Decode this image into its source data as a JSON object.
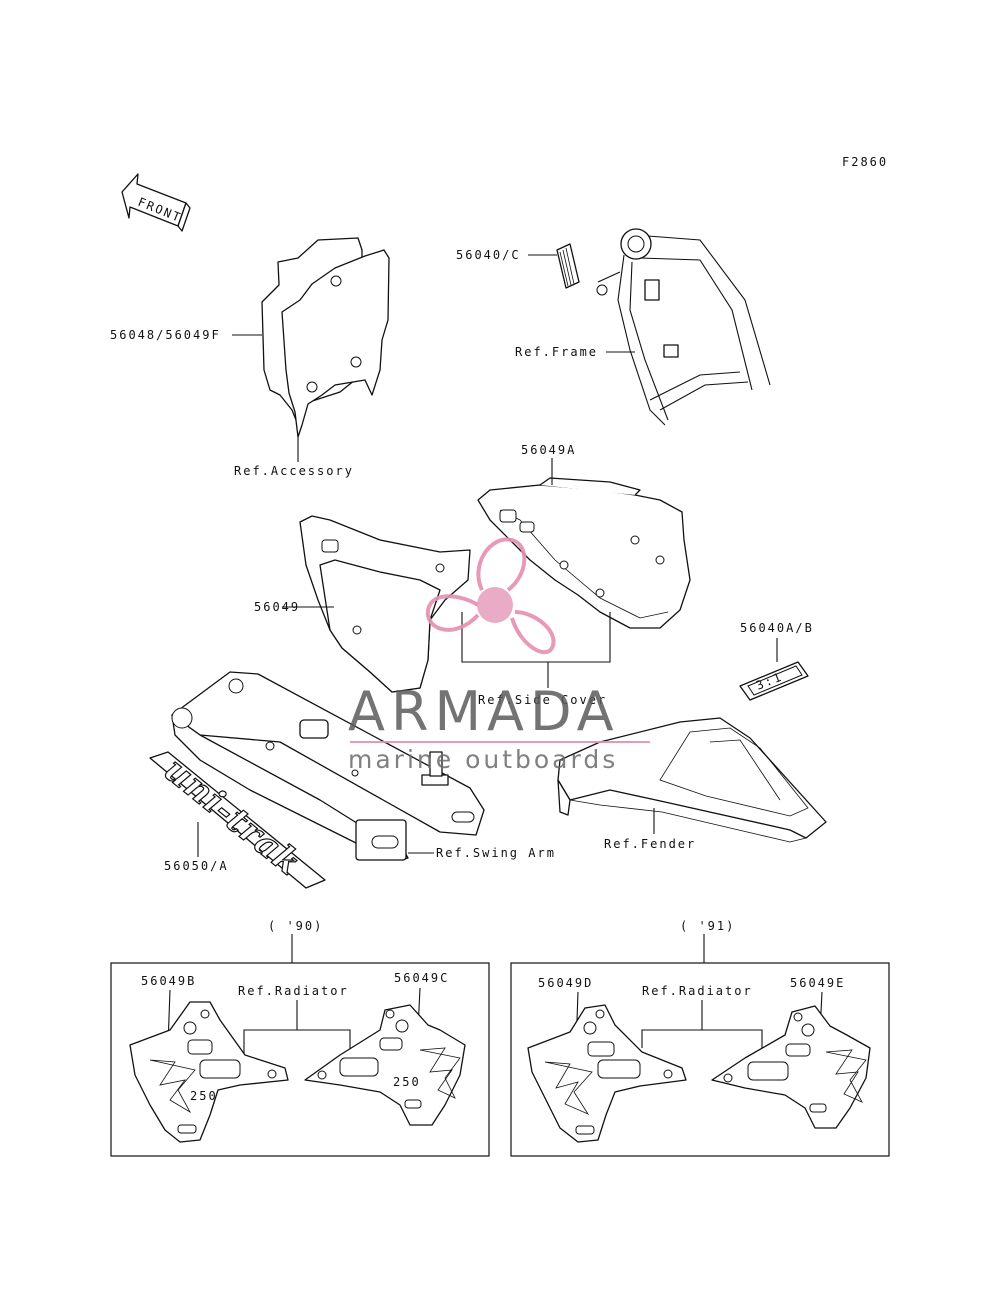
{
  "figure_code": "F2860",
  "front_arrow": "FRONT",
  "labels": {
    "p56048_56049F": "56048/56049F",
    "ref_accessory": "Ref.Accessory",
    "p56040C": "56040/C",
    "ref_frame": "Ref.Frame",
    "p56049A": "56049A",
    "p56049": "56049",
    "ref_side_cover": "Ref.Side Cover",
    "p56040AB": "56040A/B",
    "p56050A": "56050/A",
    "ref_swing_arm": "Ref.Swing Arm",
    "ref_fender": "Ref.Fender",
    "decal_text": "uni-trak",
    "label_plate_text": "3:1"
  },
  "year_boxes": [
    {
      "year": "( '90)",
      "left_part": "56049B",
      "right_part": "56049C",
      "ref": "Ref.Radiator",
      "badge": "250"
    },
    {
      "year": "( '91)",
      "left_part": "56049D",
      "right_part": "56049E",
      "ref": "Ref.Radiator"
    }
  ],
  "watermark": {
    "brand": "ARMADA",
    "tagline": "marine outboards",
    "color": "#e58fb3"
  }
}
